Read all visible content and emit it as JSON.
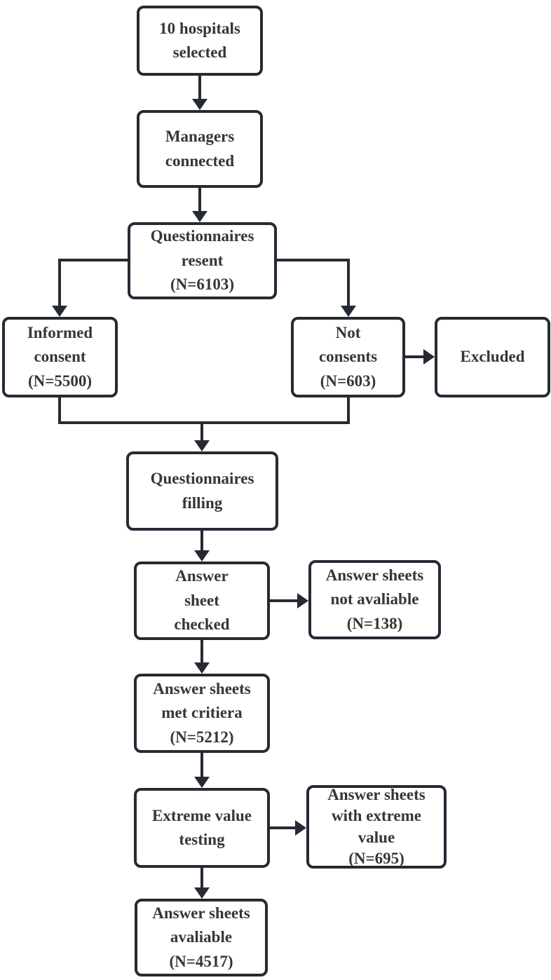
{
  "diagram": {
    "type": "flowchart",
    "description": "Participant / questionnaire flow diagram for a multi-hospital survey study",
    "colors": {
      "background": "#ffffff",
      "box_border": "#262a33",
      "connector": "#262a33",
      "text": "#363636"
    },
    "nodes": [
      {
        "id": "hospitals-selected",
        "label": "10 hospitals\nselected"
      },
      {
        "id": "managers-connected",
        "label": "Managers\nconnected"
      },
      {
        "id": "questionnaires-resent",
        "label": "Questionnaires\nresent\n(N=6103)"
      },
      {
        "id": "informed-consent",
        "label": "Informed\nconsent\n(N=5500)"
      },
      {
        "id": "not-consents",
        "label": "Not\nconsents\n(N=603)"
      },
      {
        "id": "excluded",
        "label": "Excluded"
      },
      {
        "id": "questionnaires-filling",
        "label": "Questionnaires\nfilling"
      },
      {
        "id": "answer-sheet-checked",
        "label": "Answer\nsheet\nchecked"
      },
      {
        "id": "answer-sheets-not-avaliable",
        "label": "Answer sheets\nnot avaliable\n(N=138)"
      },
      {
        "id": "answer-sheets-met-critiera",
        "label": "Answer sheets\nmet critiera\n(N=5212)"
      },
      {
        "id": "extreme-value-testing",
        "label": "Extreme value\ntesting"
      },
      {
        "id": "answer-sheets-with-extreme-value",
        "label": "Answer sheets\nwith extreme\nvalue\n(N=695)"
      },
      {
        "id": "answer-sheets-avaliable",
        "label": "Answer sheets\navaliable\n(N=4517)"
      }
    ],
    "edges": [
      {
        "from": "hospitals-selected",
        "to": "managers-connected"
      },
      {
        "from": "managers-connected",
        "to": "questionnaires-resent"
      },
      {
        "from": "questionnaires-resent",
        "to": "informed-consent"
      },
      {
        "from": "questionnaires-resent",
        "to": "not-consents"
      },
      {
        "from": "not-consents",
        "to": "excluded"
      },
      {
        "from": "informed-consent",
        "to": "questionnaires-filling"
      },
      {
        "from": "not-consents",
        "to": "questionnaires-filling"
      },
      {
        "from": "questionnaires-filling",
        "to": "answer-sheet-checked"
      },
      {
        "from": "answer-sheet-checked",
        "to": "answer-sheets-not-avaliable"
      },
      {
        "from": "answer-sheet-checked",
        "to": "answer-sheets-met-critiera"
      },
      {
        "from": "answer-sheets-met-critiera",
        "to": "extreme-value-testing"
      },
      {
        "from": "extreme-value-testing",
        "to": "answer-sheets-with-extreme-value"
      },
      {
        "from": "extreme-value-testing",
        "to": "answer-sheets-avaliable"
      }
    ]
  }
}
